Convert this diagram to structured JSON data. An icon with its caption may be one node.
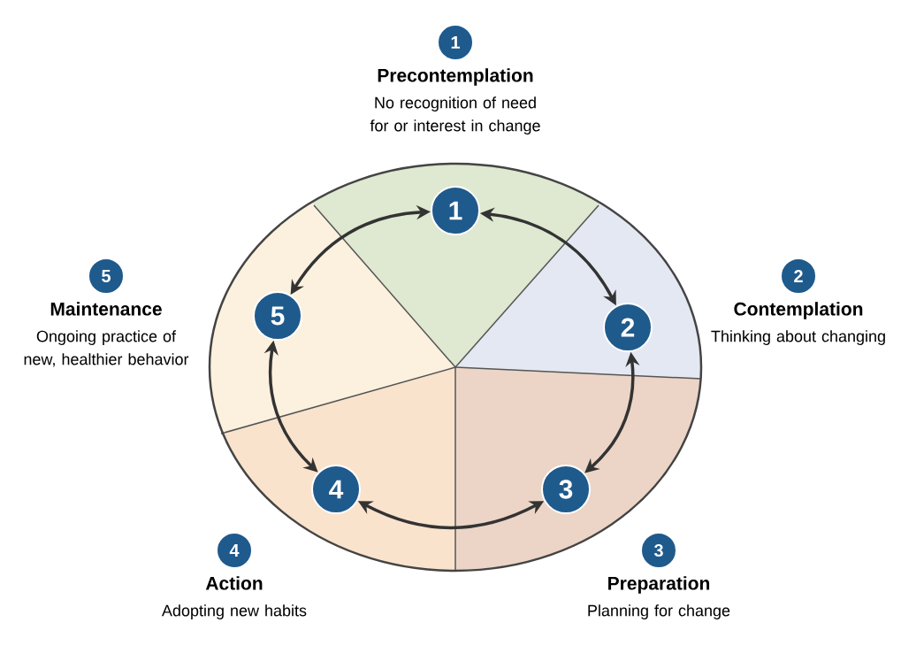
{
  "diagram": {
    "nodes": [
      {
        "text": [
          "1"
        ]
      },
      {
        "text": [
          "2"
        ]
      },
      {
        "text": [
          "3"
        ]
      },
      {
        "text": [
          "4"
        ]
      },
      {
        "text": [
          "5"
        ]
      },
      {
        "text": [
          "1"
        ],
        "beside": [
          "Precontemplation",
          "No recognition of need for or interest in change"
        ]
      },
      {
        "text": [
          "2"
        ],
        "beside": [
          "Contemplation",
          "Thinking about changing"
        ]
      },
      {
        "text": [
          "3"
        ],
        "beside": [
          "Preparation",
          "Planning for change"
        ]
      },
      {
        "text": [
          "4"
        ],
        "beside": [
          "Action",
          "Adopting new habits"
        ]
      },
      {
        "text": [
          "5"
        ],
        "beside": [
          "Maintenance",
          "Ongoing practice of new, healthier behavior"
        ]
      }
    ],
    "edges": [
      {
        "from": 0,
        "to": 1,
        "arrow": "both"
      },
      {
        "from": 1,
        "to": 2,
        "arrow": "both"
      },
      {
        "from": 2,
        "to": 3,
        "arrow": "both"
      },
      {
        "from": 3,
        "to": 4,
        "arrow": "both"
      },
      {
        "from": 4,
        "to": 0,
        "arrow": "both"
      }
    ]
  }
}
